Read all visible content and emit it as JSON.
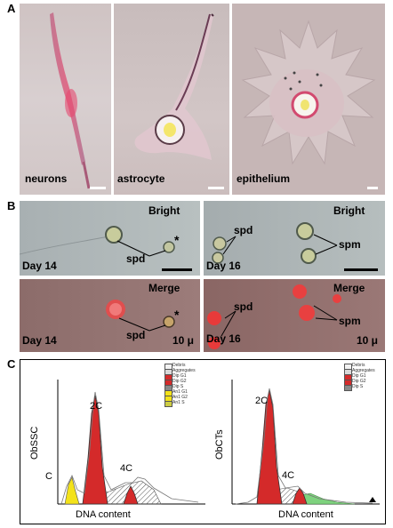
{
  "panels": {
    "A": {
      "label": "A",
      "images": [
        {
          "label": "neurons"
        },
        {
          "label": "astrocyte"
        },
        {
          "label": "epithelium"
        }
      ]
    },
    "B": {
      "label": "B",
      "bright_label": "Bright",
      "merge_label": "Merge",
      "day14": "Day 14",
      "day16": "Day 16",
      "spd": "spd",
      "spm": "spm",
      "star": "*",
      "scale": "10 μ"
    },
    "C": {
      "label": "C",
      "left": {
        "ylabel": "ObSSC",
        "xlabel": "DNA content",
        "peaks": [
          "C",
          "2C",
          "4C"
        ],
        "legend": [
          "Debris",
          "Aggregates",
          "Dip G1",
          "Dip G2",
          "Dip S",
          "An1 G1",
          "An1 G2",
          "An1 S"
        ]
      },
      "right": {
        "ylabel": "ObCTs",
        "xlabel": "DNA content",
        "peaks": [
          "2C",
          "4C"
        ],
        "legend": [
          "Debris",
          "Aggregates",
          "Dip G1",
          "Dip G2",
          "Dip S"
        ]
      }
    }
  },
  "colors": {
    "debris": "#f2f2f2",
    "aggregates": "#d8d8d8",
    "dip_g1": "#d42a2a",
    "dip_g2": "#d42a2a",
    "dip_s": "#888888",
    "an1_g1": "#f3e21a",
    "an1_g2": "#f3e21a",
    "an1_s": "#cccc44",
    "green": "#7ed27e"
  }
}
